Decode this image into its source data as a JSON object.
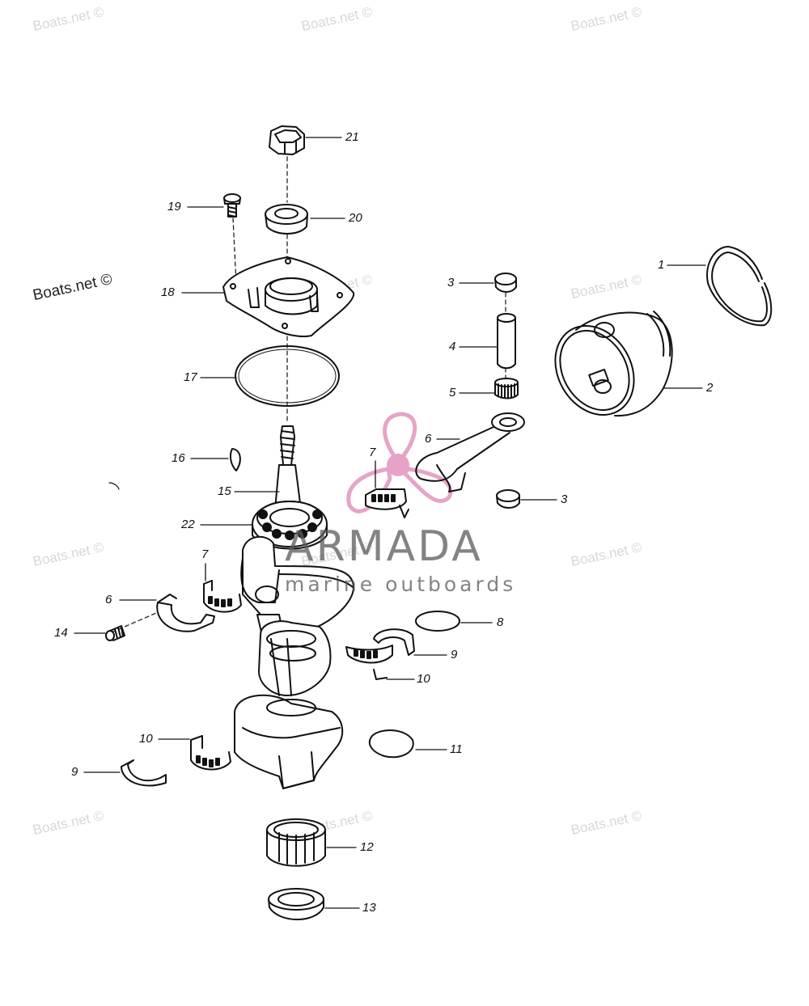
{
  "watermark": {
    "text": "Boats.net ©",
    "color": "#d8d8d8"
  },
  "brand": {
    "name": "ARMADA",
    "tagline": "marine outboards",
    "accent": "#e7a3c7"
  },
  "callouts": [
    "21",
    "20",
    "19",
    "18",
    "17",
    "16",
    "15",
    "22",
    "7",
    "6",
    "14",
    "9",
    "10",
    "1",
    "2",
    "3",
    "4",
    "5",
    "6",
    "7",
    "3",
    "8",
    "9",
    "10",
    "11",
    "12",
    "13"
  ]
}
